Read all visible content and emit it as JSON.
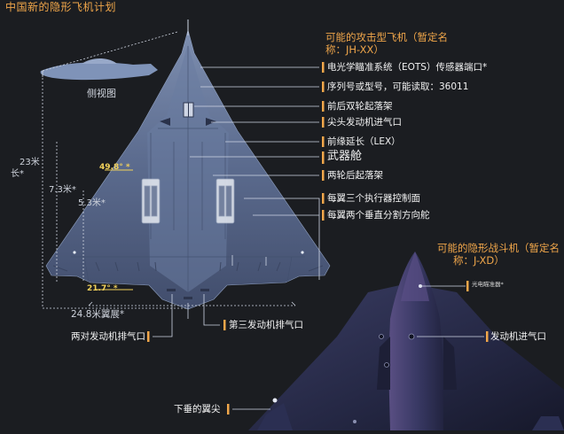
{
  "header": {
    "title": "中国新的隐形飞机计划"
  },
  "jhxx": {
    "heading_line1": "可能的攻击型飞机（暂定名",
    "heading_line2": "称：JH-XX）",
    "labels": [
      "电光学瞄准系统（EOTS）传感器端口*",
      "序列号或型号，可能读取：36011",
      "前后双轮起落架",
      "尖头发动机进气口",
      "前缘延长（LEX）",
      "武器舱",
      "两轮后起落架",
      "每翼三个执行器控制面",
      "每翼两个垂直分割方向舵"
    ]
  },
  "side_view": {
    "label": "侧视图"
  },
  "dimensions": {
    "length": "23米",
    "length_suffix": "长*",
    "dim_73": "7.3米*",
    "dim_53": "5.3米*",
    "span": "24.8米翼展*",
    "angle_sweep": "49.8° *",
    "angle_trailing": "21.7° *"
  },
  "bottom_labels": {
    "two_pairs_exhaust": "两对发动机排气口",
    "third_exhaust": "第三发动机排气口",
    "drooping_wingtip": "下垂的翼尖"
  },
  "jxd": {
    "heading_line1": "可能的隐形战斗机（暂定名",
    "heading_line2": "称：J-XD）",
    "sensor_label": "光电瞄准器*",
    "intake_label": "发动机进气口"
  },
  "colors": {
    "background": "#1b1d21",
    "accent_orange": "#f0a64a",
    "angle_yellow": "#f2d15a",
    "aircraft_body": "#5e6f90",
    "fighter_body": "#2a2d4c"
  }
}
